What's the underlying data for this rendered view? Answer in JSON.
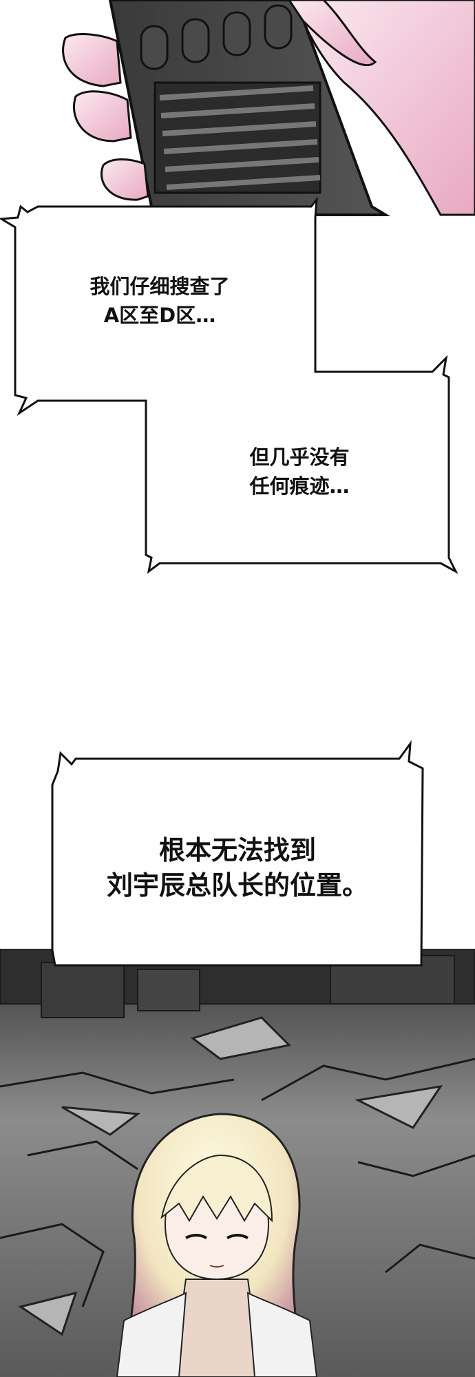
{
  "bubbles": [
    {
      "lines": [
        "我们仔细搜查了",
        "A区至D区…"
      ]
    },
    {
      "lines": [
        "但几乎没有",
        "任何痕迹…"
      ]
    },
    {
      "lines": [
        "根本无法找到",
        "刘宇辰总队长的位置。"
      ]
    }
  ],
  "panels": {
    "top": {
      "description_icon": "hand-holding-radio"
    },
    "bottom": {
      "description_icon": "girl-in-ruins"
    }
  }
}
